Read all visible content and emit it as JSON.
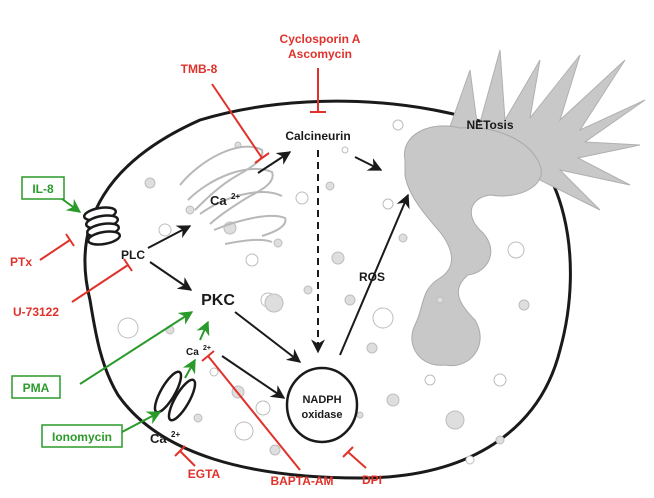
{
  "colors": {
    "inhibitor": "#e0322b",
    "activator": "#2a9a2a",
    "pathway": "#1a1a1a",
    "netosis_fill": "#c8c8c8",
    "vesicle_fill": "#dedede"
  },
  "labels": {
    "cyclosporin_line1": "Cyclosporin A",
    "cyclosporin_line2": "Ascomycin",
    "tmb8": "TMB-8",
    "calcineurin": "Calcineurin",
    "netosis": "NETosis",
    "il8": "IL-8",
    "ptx": "PTx",
    "plc": "PLC",
    "u73122": "U-73122",
    "pkc": "PKC",
    "pma": "PMA",
    "ionomycin": "Ionomycin",
    "egta": "EGTA",
    "bapta": "BAPTA-AM",
    "dpi": "DPI",
    "ros": "ROS",
    "nadph_line1": "NADPH",
    "nadph_line2": "oxidase",
    "ca_base": "Ca",
    "ca_charge": "2+"
  }
}
